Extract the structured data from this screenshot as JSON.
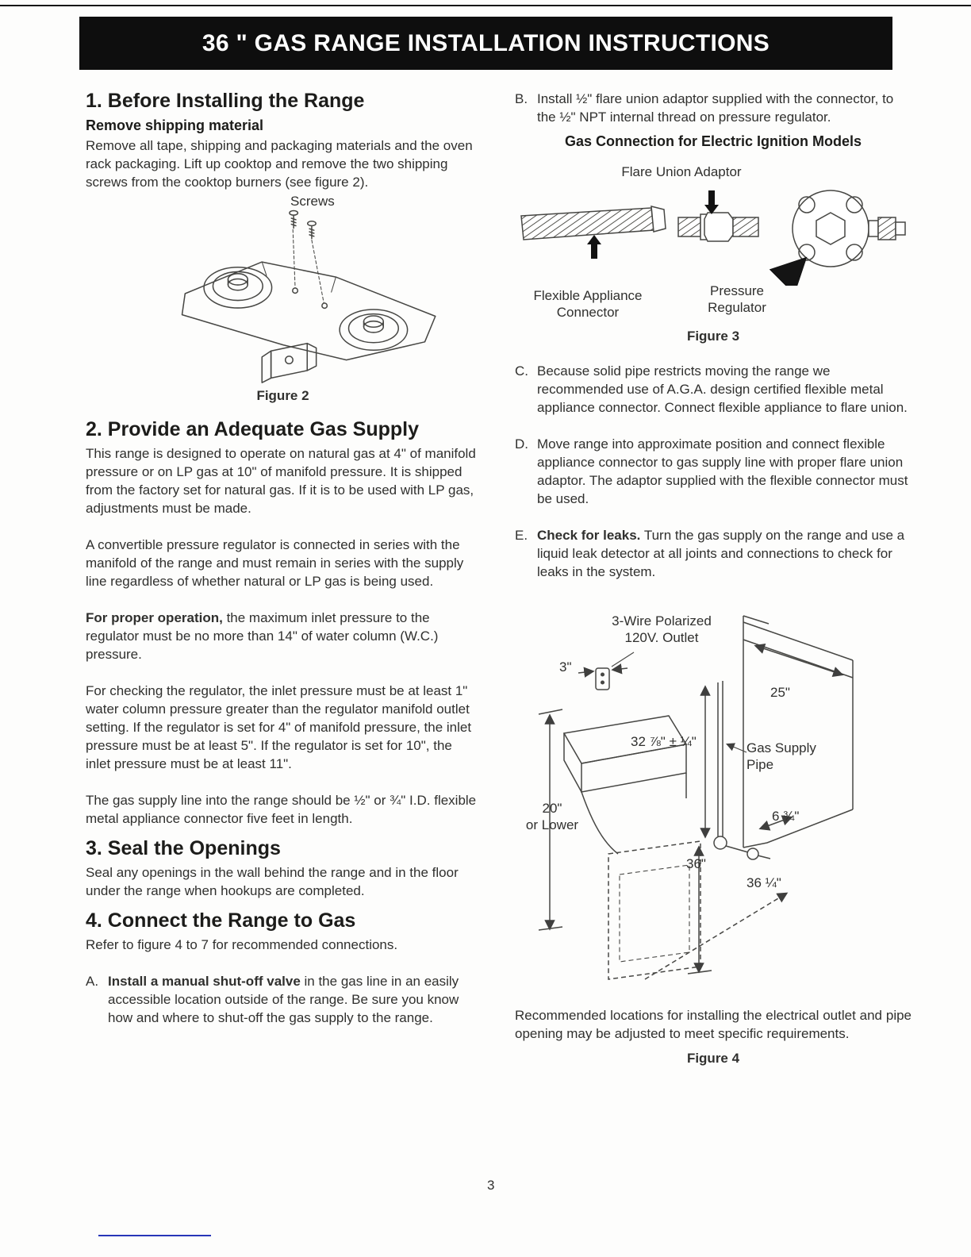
{
  "page": {
    "banner_title": "36 \" GAS RANGE INSTALLATION INSTRUCTIONS",
    "page_number": "3"
  },
  "left": {
    "s1_heading": "1. Before Installing the Range",
    "s1_subheading": "Remove shipping material",
    "s1_p1": "Remove all tape, shipping and packaging materials and the oven rack packaging.  Lift up cooktop and remove the two shipping screws from the cooktop burners (see figure 2).",
    "fig2_label_screws": "Screws",
    "fig2_caption": "Figure 2",
    "s2_heading": "2. Provide an Adequate Gas Supply",
    "s2_p1": "This range is designed to operate on natural gas at 4\" of manifold pressure or on LP gas at 10\" of manifold pressure.  It is shipped from the factory set for natural gas.  If it is to be used with LP gas, adjustments must be made.",
    "s2_p2": "A convertible pressure regulator is connected in series with the manifold of the range and must remain in series with the supply line regardless of whether natural or LP gas is being used.",
    "s2_p3_bold": "For proper operation,",
    "s2_p3_rest": " the maximum inlet pressure to the regulator must be no more than 14\" of water column (W.C.) pressure.",
    "s2_p4": "For checking the regulator, the inlet pressure must be at least 1\" water column pressure greater than the regulator manifold outlet setting.  If the regulator is set for 4\" of manifold pressure, the inlet pressure must be at least 5\".  If the regulator is set for 10\", the inlet pressure must be at least 11\".",
    "s2_p5": "The gas supply line into the range should be ½\" or ¾\" I.D. flexible metal appliance connector five feet in length.",
    "s3_heading": "3. Seal the Openings",
    "s3_p1": "Seal any openings in the wall behind the range and in the floor under the range when hookups are completed.",
    "s4_heading": "4. Connect the Range to Gas",
    "s4_p1": "Refer to figure 4 to 7 for recommended connections.",
    "item_a_label": "A.",
    "item_a_bold": "Install a manual shut-off valve",
    "item_a_rest": " in the gas line in an easily accessible location outside of the range.  Be sure you know how and where to shut-off the gas supply to the range."
  },
  "right": {
    "item_b_label": "B.",
    "item_b": "Install ½\" flare union adaptor supplied with the connector, to the ½\" NPT internal thread on pressure regulator.",
    "fig3_title": "Gas Connection for Electric Ignition Models",
    "fig3_label_flare": "Flare Union Adaptor",
    "fig3_label_flex": "Flexible Appliance\nConnector",
    "fig3_label_pressure": "Pressure\nRegulator",
    "fig3_caption": "Figure 3",
    "item_c_label": "C.",
    "item_c": "Because solid pipe restricts moving the range we recommended use of A.G.A. design certified flexible metal appliance connector.  Connect flexible appliance to flare union.",
    "item_d_label": "D.",
    "item_d": "Move range into approximate position and connect flexible appliance connector to gas supply line with proper flare union adaptor.  The adaptor supplied with the flexible connector must be used.",
    "item_e_label": "E.",
    "item_e_bold": "Check for leaks.",
    "item_e_rest": "  Turn the gas supply on the range and use a liquid leak detector at all joints and connections to check for leaks in the system.",
    "fig4_label_outlet": "3-Wire Polarized\n120V. Outlet",
    "fig4_label_3in": "3\"",
    "fig4_label_25in": "25\"",
    "fig4_label_32in": "32 ⅞\" ± ¼\"",
    "fig4_label_gas_pipe": "Gas Supply\nPipe",
    "fig4_label_20in": "20\"\nor Lower",
    "fig4_label_6in": "6 ¾\"",
    "fig4_label_36in": "36\"",
    "fig4_label_36q": "36 ¼\"",
    "fig4_note": "Recommended locations for installing the electrical outlet and pipe opening may be adjusted to meet specific requirements.",
    "fig4_caption": "Figure 4"
  }
}
